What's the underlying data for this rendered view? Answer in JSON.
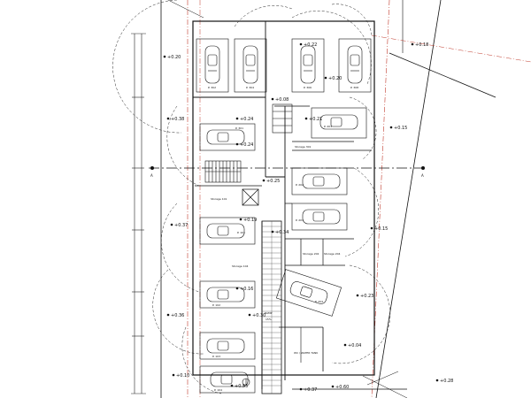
{
  "title": "",
  "axes": {
    "left": "A",
    "right": "A"
  },
  "levels": {
    "l1": "+0.20",
    "l2": "+0.24",
    "l3": "+0.20",
    "l4": "+0.18",
    "l5": "+0.22",
    "l6": "+0.38",
    "l7": "+0.15",
    "l8": "+0.21",
    "l9": "+0.24",
    "l10": "+0.25",
    "l11": "+0.19",
    "l12": "+0.15",
    "l13": "+0.34",
    "l14": "+0.37",
    "l15": "+0.23",
    "l16": "+0.30",
    "l17": "+0.36",
    "l18": "+0.04",
    "l19": "+0.60",
    "l20": "+0.28",
    "l21": "+0.10",
    "l22": "+0.55",
    "l23": "+0.37",
    "l24": "+0.08",
    "l25": "+0.16"
  },
  "cars": {
    "c1": "P. 302",
    "c2": "P. 304",
    "c3": "P. 306",
    "c4": "P. 308",
    "c5": "P. 201",
    "c6": "P. 301",
    "c7": "P. 202",
    "c8": "P. 203",
    "c9": "P. 101",
    "c10": "P. 204",
    "c11": "P. 102",
    "c12": "P. 103",
    "c13": "P. 104"
  },
  "rooms": {
    "storage1": "Storage 101",
    "storage2": "Storage 301",
    "storage3": "Storage 104",
    "storage4": "Storage 204",
    "storage5": "Storage 202",
    "ramp": "RAMP",
    "slope": "15%",
    "wc": "WC / WATER TANK"
  }
}
